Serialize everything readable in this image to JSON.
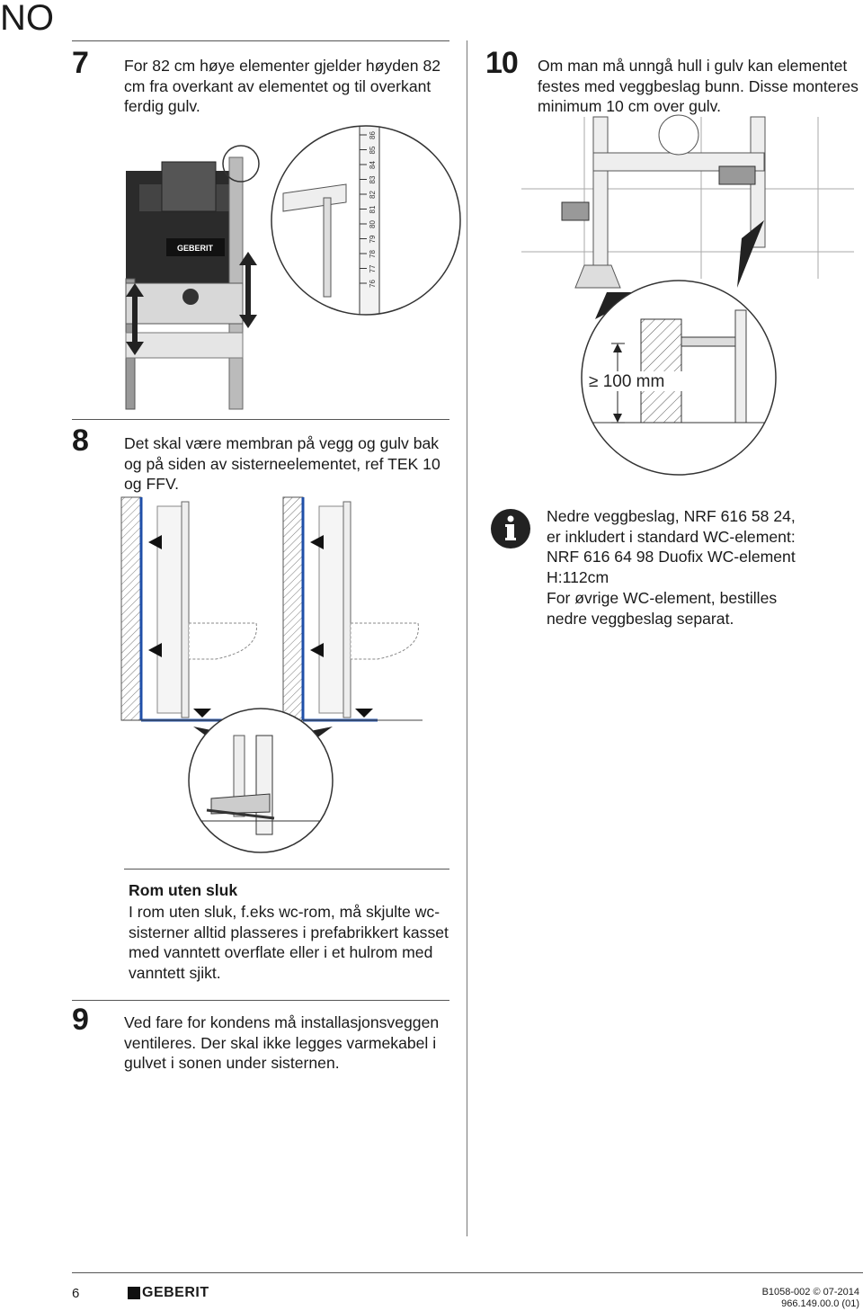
{
  "language_code": "NO",
  "steps": {
    "s7": {
      "num": "7",
      "text": "For 82 cm høye elementer gjelder høyden 82 cm fra overkant av elementet og til overkant ferdig gulv."
    },
    "s10": {
      "num": "10",
      "text": "Om man må unngå hull i gulv kan elementet festes med veggbeslag bunn. Disse monteres minimum 10 cm over gulv."
    },
    "s8": {
      "num": "8",
      "text": "Det skal være membran på vegg og gulv bak og på siden av sisterneelementet, ref TEK 10 og FFV."
    },
    "s9": {
      "num": "9",
      "text": "Ved fare for kondens må installasjonsveggen ventileres. Der skal ikke legges varmekabel i gulvet i sonen under sisternen."
    }
  },
  "figure7": {
    "brand": "GEBERIT",
    "ruler_ticks": [
      "76",
      "77",
      "78",
      "79",
      "80",
      "81",
      "82",
      "83",
      "84",
      "85",
      "86"
    ]
  },
  "figure10": {
    "dimension_label": "≥ 100 mm"
  },
  "info_note": {
    "icon": "info-icon",
    "lines": [
      "Nedre veggbeslag, NRF 616 58 24,",
      "er inkludert i standard WC-element:",
      "NRF 616 64 98 Duofix WC-element",
      "H:112cm",
      "For øvrige WC-element, bestilles",
      "nedre veggbeslag separat."
    ]
  },
  "room_section": {
    "heading": "Rom uten sluk",
    "body": "I rom uten sluk, f.eks wc-rom, må skjulte wc-sisterner alltid plasseres i prefabrikkert kasset med vanntett overflate eller i et hulrom med vanntett sjikt."
  },
  "footer": {
    "page_number": "6",
    "brand": "GEBERIT",
    "doc_code": "B1058-002 © 07-2014",
    "doc_ref": "966.149.00.0 (01)"
  },
  "colors": {
    "membrane": "#1f4fa8",
    "text": "#1a1a1a",
    "line": "#555555"
  }
}
